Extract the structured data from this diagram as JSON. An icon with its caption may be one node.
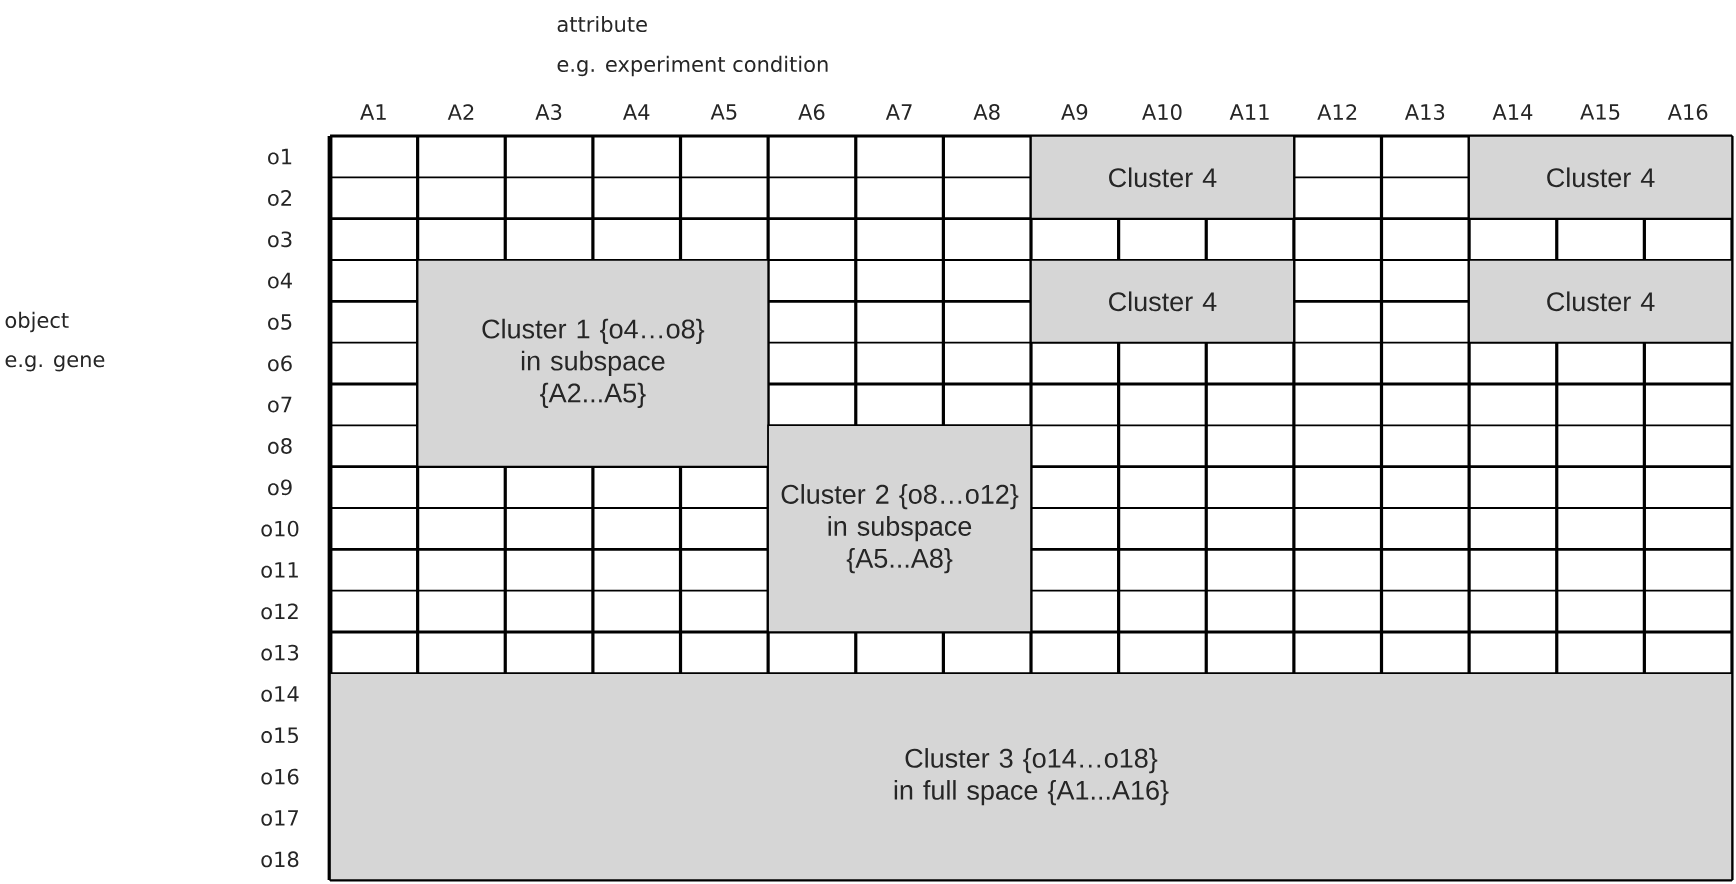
{
  "diagram": {
    "nodes": [
      {
        "text": [
          "Cluster 4"
        ]
      },
      {
        "text": [
          "Cluster 4"
        ]
      },
      {
        "text": [
          "Cluster 1 {o4…o8} in subspace {A2...A5}"
        ]
      },
      {
        "text": [
          "Cluster 4"
        ]
      },
      {
        "text": [
          "Cluster 4"
        ]
      },
      {
        "text": [
          "Cluster 2 {o8…o12} in subspace {A5...A8}"
        ]
      },
      {
        "text": [
          "Cluster 3 {o14…o18} in full space {A1...A16}"
        ]
      }
    ],
    "labels": [
      "attribute",
      "e.g. experiment condition",
      "A1",
      "A2",
      "A3",
      "A4",
      "A5",
      "A6",
      "A7",
      "A8",
      "A9",
      "A10",
      "A11",
      "A12",
      "A13",
      "A14",
      "A15",
      "A16",
      "object",
      "e.g. gene",
      "o1",
      "o2",
      "o3",
      "o4",
      "o5",
      "o6",
      "o7",
      "o8",
      "o9",
      "o10",
      "o11",
      "o12",
      "o13",
      "o14",
      "o15",
      "o16",
      "o17",
      "o18"
    ]
  }
}
